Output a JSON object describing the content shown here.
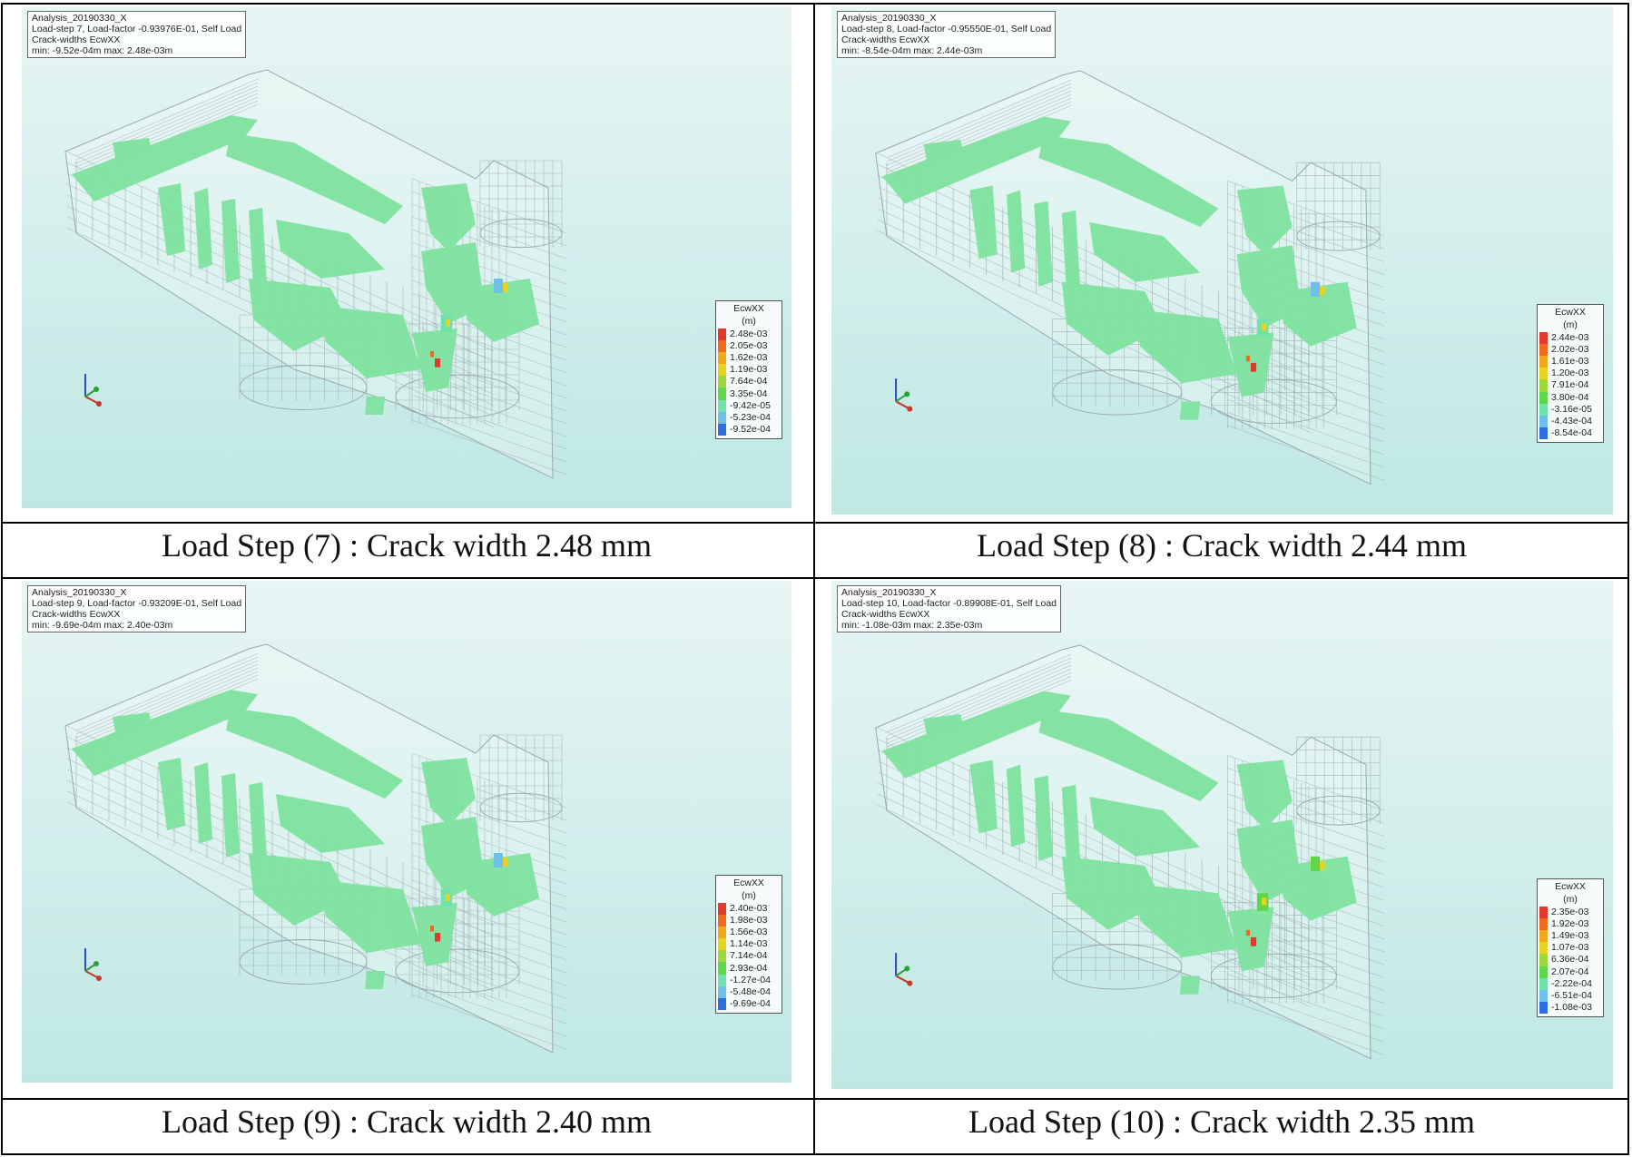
{
  "colors": {
    "background_top": "#e7f5f4",
    "background_bottom": "#bfe8e3",
    "mesh": "#9aa9ad",
    "crack_green": "#7fe39f",
    "crack_scale": [
      "#e03a2c",
      "#f06a1e",
      "#f2a81c",
      "#e8d41f",
      "#9fd83a",
      "#5ed84a",
      "#6fe3a9",
      "#6ec0e8",
      "#2e6fe0"
    ]
  },
  "panels": [
    {
      "info": [
        "Analysis_20190330_X",
        "Load-step 7, Load-factor -0.93976E-01, Self Load",
        "Crack-widths EcwXX",
        "min: -9.52e-04m max: 2.48e-03m"
      ],
      "legend": {
        "title": "EcwXX",
        "unit": "(m)",
        "values": [
          "2.48e-03",
          "2.05e-03",
          "1.62e-03",
          "1.19e-03",
          "7.64e-04",
          "3.35e-04",
          "-9.42e-05",
          "-5.23e-04",
          "-9.52e-04"
        ]
      },
      "caption": "Load Step (7) : Crack width 2.48 mm"
    },
    {
      "info": [
        "Analysis_20190330_X",
        "Load-step 8, Load-factor -0.95550E-01, Self Load",
        "Crack-widths EcwXX",
        "min: -8.54e-04m max: 2.44e-03m"
      ],
      "legend": {
        "title": "EcwXX",
        "unit": "(m)",
        "values": [
          "2.44e-03",
          "2.02e-03",
          "1.61e-03",
          "1.20e-03",
          "7.91e-04",
          "3.80e-04",
          "-3.16e-05",
          "-4.43e-04",
          "-8.54e-04"
        ]
      },
      "caption": "Load Step (8) : Crack width 2.44 mm"
    },
    {
      "info": [
        "Analysis_20190330_X",
        "Load-step 9, Load-factor -0.93209E-01, Self Load",
        "Crack-widths EcwXX",
        "min: -9.69e-04m max: 2.40e-03m"
      ],
      "legend": {
        "title": "EcwXX",
        "unit": "(m)",
        "values": [
          "2.40e-03",
          "1.98e-03",
          "1.56e-03",
          "1.14e-03",
          "7.14e-04",
          "2.93e-04",
          "-1.27e-04",
          "-5.48e-04",
          "-9.69e-04"
        ]
      },
      "caption": "Load Step (9) : Crack width 2.40 mm"
    },
    {
      "info": [
        "Analysis_20190330_X",
        "Load-step 10, Load-factor -0.89908E-01, Self Load",
        "Crack-widths EcwXX",
        "min: -1.08e-03m max: 2.35e-03m"
      ],
      "legend": {
        "title": "EcwXX",
        "unit": "(m)",
        "values": [
          "2.35e-03",
          "1.92e-03",
          "1.49e-03",
          "1.07e-03",
          "6.36e-04",
          "2.07e-04",
          "-2.22e-04",
          "-6.51e-04",
          "-1.08e-03"
        ]
      },
      "caption": "Load Step (10) : Crack width 2.35 mm"
    }
  ]
}
